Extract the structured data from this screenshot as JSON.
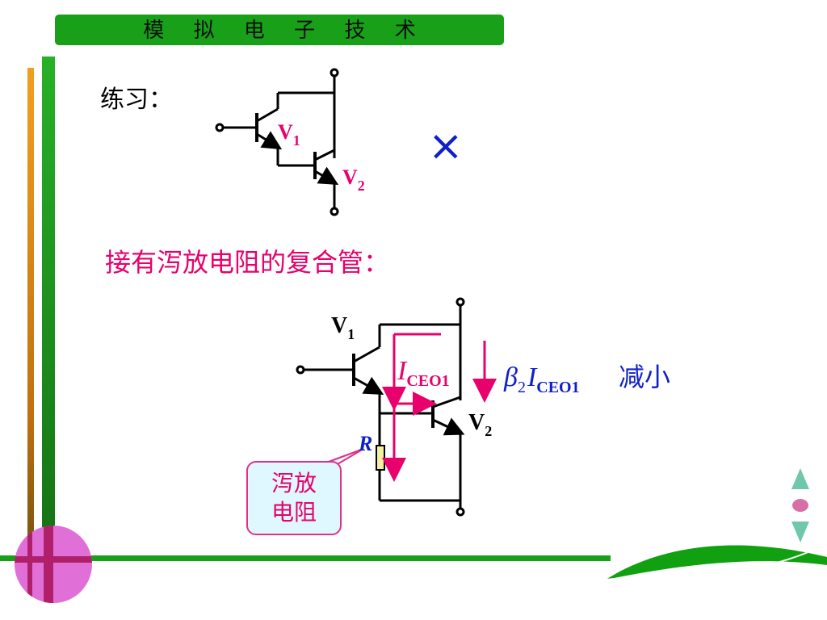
{
  "header": {
    "title_chars": [
      "模",
      "拟",
      "电",
      "子",
      "技",
      "术"
    ]
  },
  "practice_label": "练习：",
  "circuit1": {
    "v1": "V",
    "v1_sub": "1",
    "v2": "V",
    "v2_sub": "2",
    "verdict_symbol": "×"
  },
  "subtitle": "接有泻放电阻的复合管：",
  "circuit2": {
    "v1": "V",
    "v1_sub": "1",
    "v2": "V",
    "v2_sub": "2",
    "r_label": "R",
    "iceo_i": "I",
    "iceo_sub": "CEO1",
    "beta": "β",
    "beta_sub": "2",
    "beta_i": "I",
    "beta_i_sub": "CEO1",
    "decrease": "减小"
  },
  "callout": {
    "line1": "泻放",
    "line2": "电阻"
  },
  "colors": {
    "title_bar": "#18a018",
    "accent_pink": "#e8006c",
    "blue": "#1020c8",
    "callout_bg": "#dff8ff"
  },
  "nav_icons": [
    "up-arrow-icon",
    "dot-icon",
    "down-arrow-icon"
  ]
}
